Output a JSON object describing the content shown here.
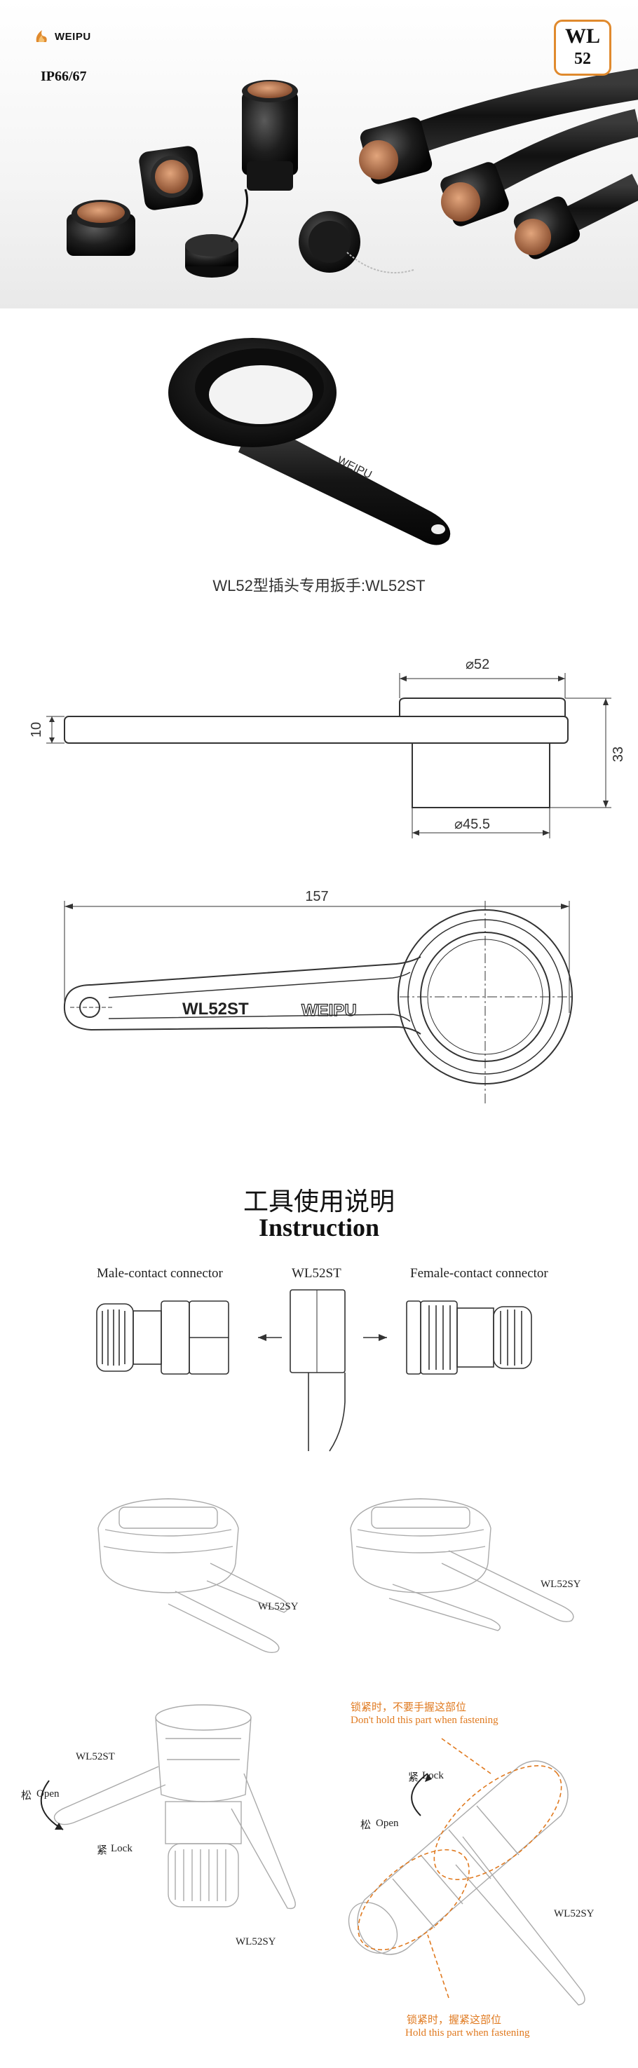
{
  "header": {
    "brand": "WEIPU",
    "rating": "IP66/67",
    "model_line1": "WL",
    "model_line2": "52"
  },
  "product": {
    "caption": "WL52型插头专用扳手:WL52ST"
  },
  "dimensions": {
    "phi52": "⌀52",
    "phi45_5": "⌀45.5",
    "h10": "10",
    "h33": "33",
    "len157": "157",
    "engrave_model": "WL52ST",
    "engrave_brand": "WEIPU"
  },
  "instruction": {
    "title_cn": "工具使用说明",
    "title_en": "Instruction",
    "male_label": "Male-contact connector",
    "tool_label": "WL52ST",
    "female_label": "Female-contact connector",
    "sy_label_1": "WL52SY",
    "sy_label_2": "WL52SY",
    "st_label": "WL52ST",
    "open_cn": "松",
    "open_en": "Open",
    "lock_cn": "紧",
    "lock_en": "Lock",
    "open_cn_2": "松",
    "open_en_2": "Open",
    "lock_cn_2": "紧",
    "lock_en_2": "Lock",
    "sy_label_3": "WL52SY",
    "sy_label_4": "WL52SY",
    "warn_cn": "锁紧时，不要手握这部位",
    "warn_en": "Don't hold this part when fastening",
    "hold_cn": "锁紧时，握紧这部位",
    "hold_en": "Hold this part when fastening"
  },
  "colors": {
    "accent": "#e08a2e",
    "dark": "#1a1a1a"
  }
}
